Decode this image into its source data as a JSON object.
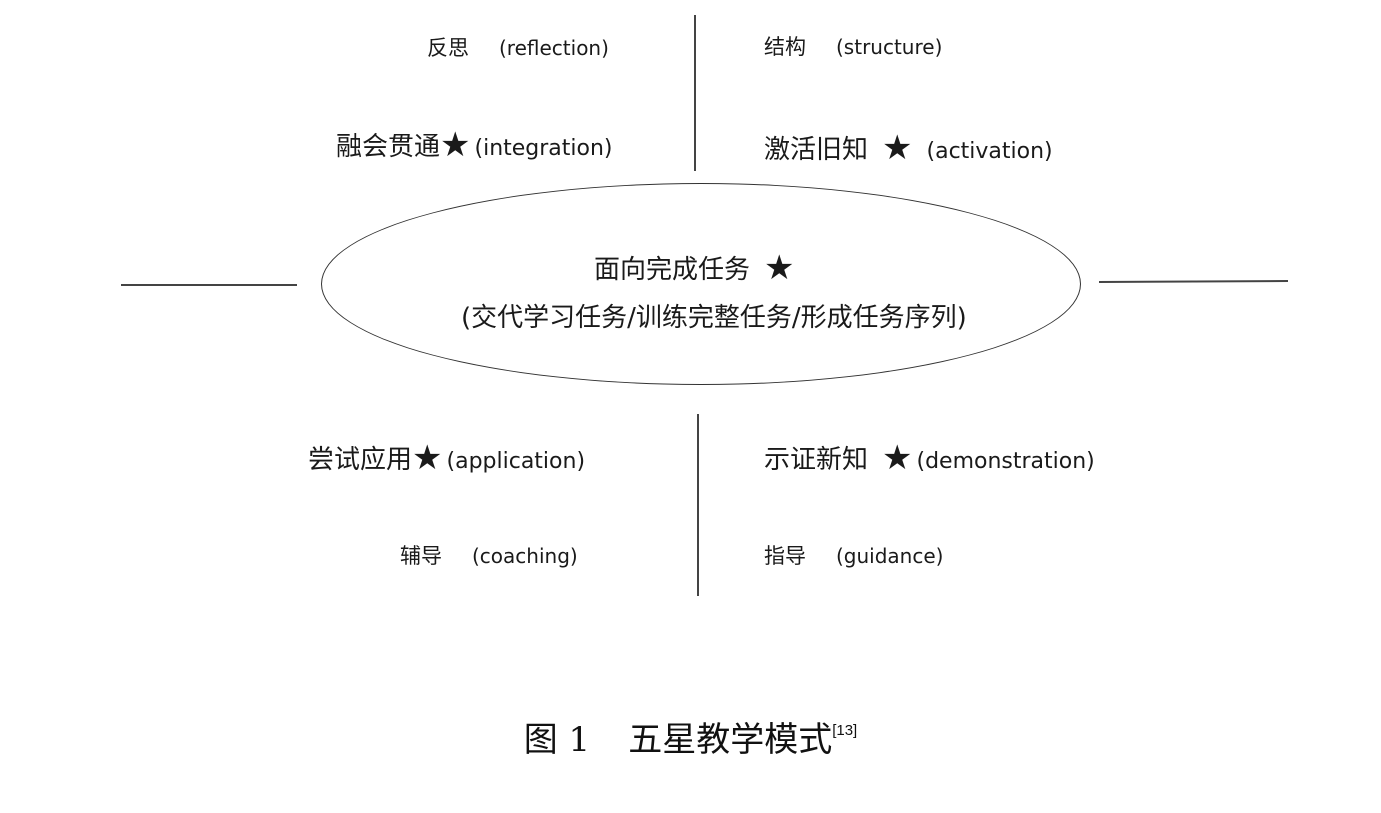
{
  "quadrants": {
    "top_left": {
      "outer": {
        "zh": "反思",
        "en": "(reflection)"
      },
      "inner": {
        "zh": "融会贯通",
        "star": "★",
        "en": "(integration)"
      }
    },
    "top_right": {
      "outer": {
        "zh": "结构",
        "en": "(structure)"
      },
      "inner": {
        "zh": "激活旧知",
        "star": "★",
        "en": "(activation)"
      }
    },
    "bottom_left": {
      "inner": {
        "zh": "尝试应用",
        "star": "★",
        "en": "(application)"
      },
      "outer": {
        "zh": "辅导",
        "en": "(coaching)"
      }
    },
    "bottom_right": {
      "inner": {
        "zh": "示证新知",
        "star": "★",
        "en": "(demonstration)"
      },
      "outer": {
        "zh": "指导",
        "en": "(guidance)"
      }
    }
  },
  "center": {
    "title": "面向完成任务",
    "star": "★",
    "subtitle": "(交代学习任务/训练完整任务/形成任务序列)"
  },
  "caption": {
    "label": "图 1",
    "title": "五星教学模式",
    "citation": "[13]"
  }
}
